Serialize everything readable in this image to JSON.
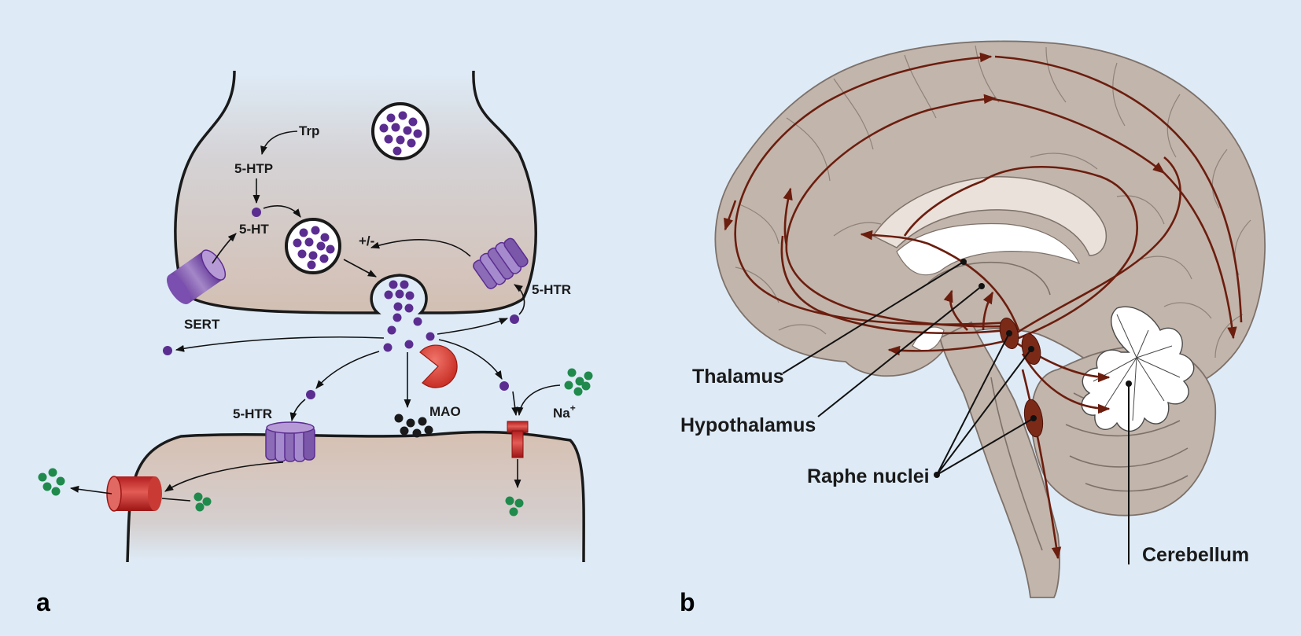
{
  "panels": {
    "a": {
      "letter": "a",
      "labels": {
        "trp": "Trp",
        "htp": "5-HTP",
        "ht": "5-HT",
        "plus_minus": "+/-",
        "htr_pre": "5-HTR",
        "sert": "SERT",
        "htr_post": "5-HTR",
        "mao": "MAO",
        "na": "Na",
        "na_sup": "+"
      }
    },
    "b": {
      "letter": "b",
      "labels": {
        "thalamus": "Thalamus",
        "hypothalamus": "Hypothalamus",
        "raphe": "Raphe nuclei",
        "cerebellum": "Cerebellum"
      }
    }
  },
  "colors": {
    "background": "#deebf7",
    "serotonin": "#5b2d91",
    "sodium": "#1f8a4c",
    "mao": "#d8392c",
    "tract": "#6b1d0e",
    "brain": "#c2b5ab"
  }
}
